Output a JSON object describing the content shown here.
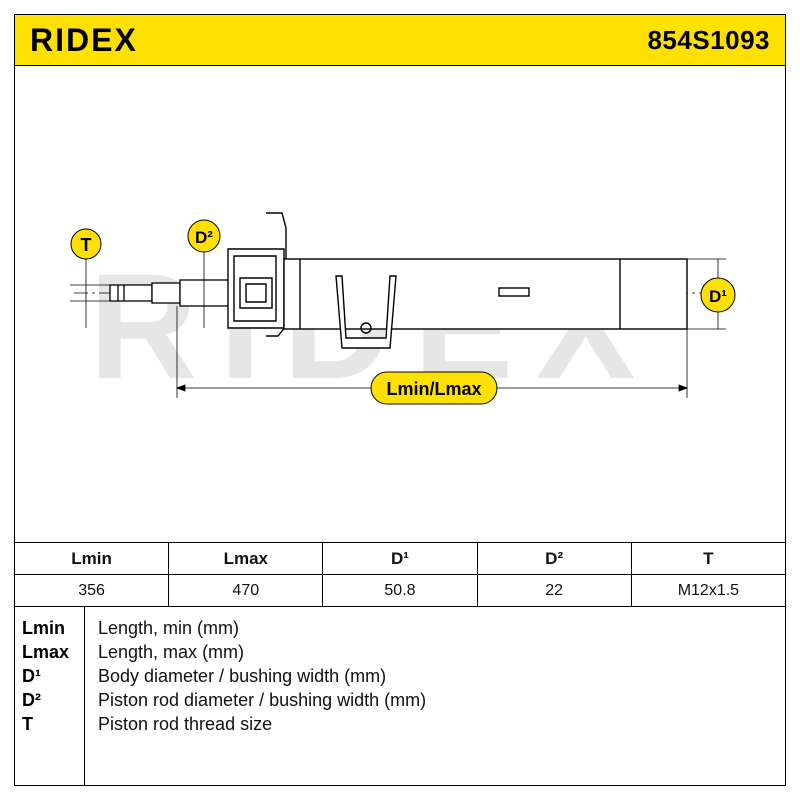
{
  "header": {
    "brand": "RIDEX",
    "part_number": "854S1093"
  },
  "colors": {
    "header_bg": "#ffe000",
    "callout_bg": "#ffe000",
    "watermark": "#e6e6e6",
    "outline": "#000000"
  },
  "diagram": {
    "watermark": "RIDEX",
    "labels": {
      "t": "T",
      "d2": "D²",
      "d1": "D¹",
      "length": "Lmin/Lmax"
    }
  },
  "table": {
    "headers": [
      "Lmin",
      "Lmax",
      "D¹",
      "D²",
      "T"
    ],
    "values": [
      "356",
      "470",
      "50.8",
      "22",
      "M12x1.5"
    ]
  },
  "legend": [
    {
      "key": "Lmin",
      "desc": "Length, min (mm)"
    },
    {
      "key": "Lmax",
      "desc": "Length, max (mm)"
    },
    {
      "key": "D¹",
      "desc": "Body diameter / bushing width (mm)"
    },
    {
      "key": "D²",
      "desc": "Piston rod diameter / bushing width (mm)"
    },
    {
      "key": "T",
      "desc": "Piston rod thread size"
    }
  ]
}
